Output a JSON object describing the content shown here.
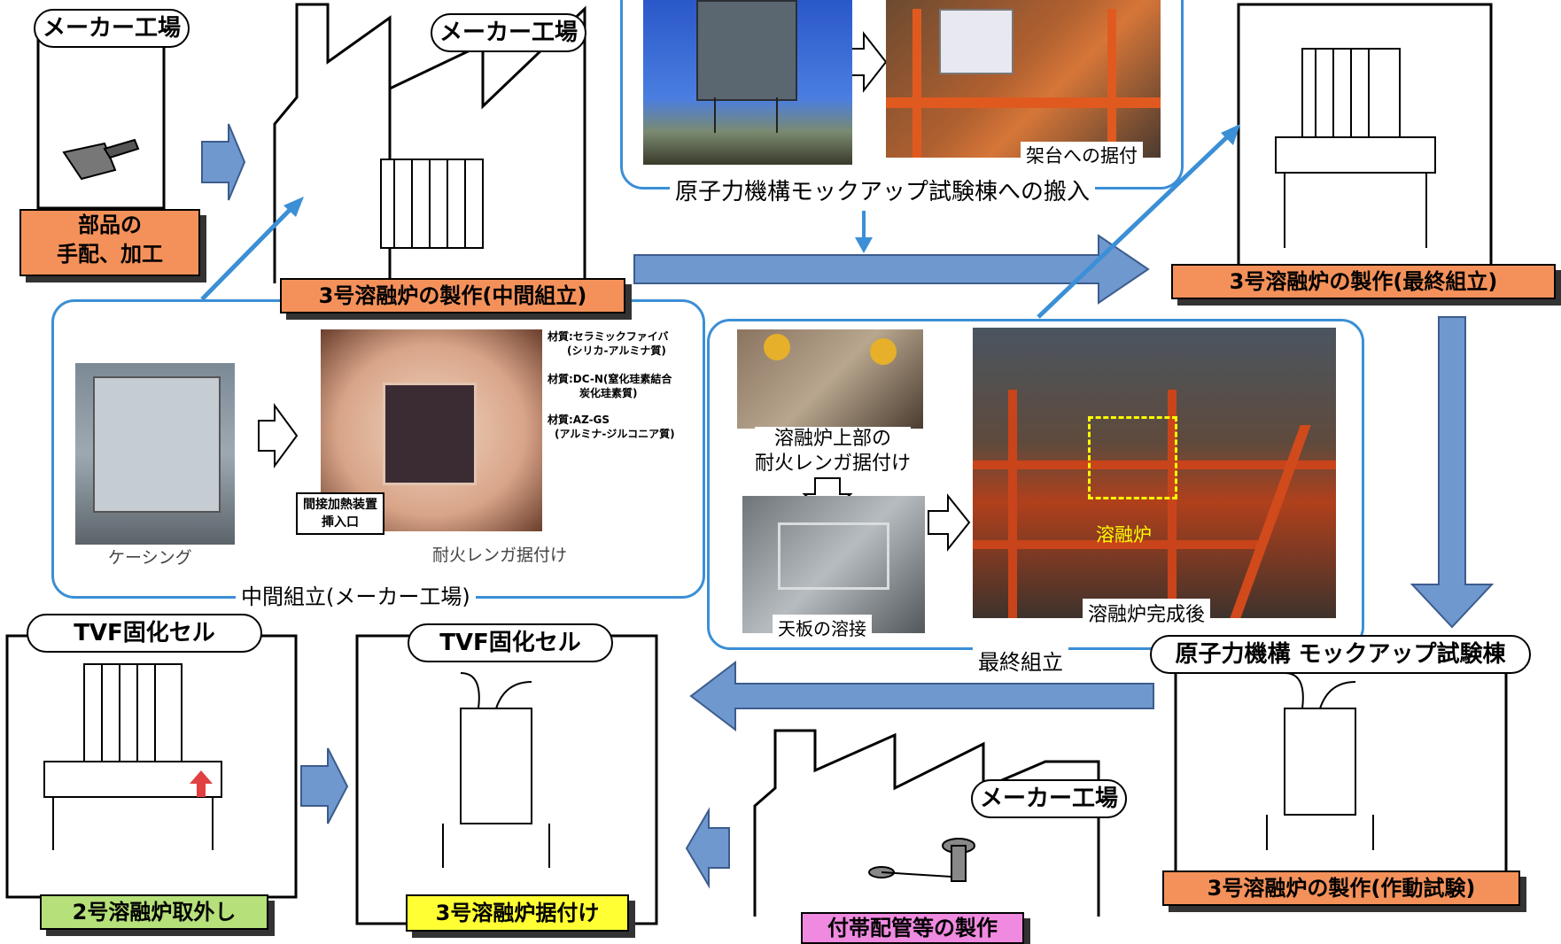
{
  "labels": {
    "maker_factory_1": "メーカー工場",
    "maker_factory_2": "メーカー工場",
    "maker_factory_3": "メーカー工場",
    "parts_line1": "部品の",
    "parts_line2": "手配、加工",
    "intermediate_assembly": "3号溶融炉の製作(中間組立)",
    "final_assembly_label": "3号溶融炉の製作(最終組立)",
    "operation_test": "3号溶融炉の製作(作動試験)",
    "transport_caption": "原子力機構モックアップ試験棟への搬入",
    "stand_install": "架台への据付",
    "casing": "ケーシング",
    "brick_install": "耐火レンガ据付け",
    "intermediate_caption": "中間組立(メーカー工場)",
    "upper_brick_line1": "溶融炉上部の",
    "upper_brick_line2": "耐火レンガ据付け",
    "top_plate_welding": "天板の溶接",
    "melter_complete": "溶融炉完成後",
    "melter": "溶融炉",
    "final_caption": "最終組立",
    "mockup_building": "原子力機構 モックアップ試験棟",
    "tvf_cell_1": "TVF固化セル",
    "tvf_cell_2": "TVF固化セル",
    "melter2_removal": "2号溶融炉取外し",
    "melter3_install": "3号溶融炉据付け",
    "piping_fabrication": "付帯配管等の製作",
    "material1_line1": "材質:セラミックファイバ",
    "material1_line2": "(シリカ-アルミナ質)",
    "material2_line1": "材質:DC-N(窒化珪素結合",
    "material2_line2": "炭化珪素質)",
    "material3_line1": "材質:AZ-GS",
    "material3_line2": "(アルミナ-ジルコニア質)",
    "indirect_heater_line1": "間接加熱装置",
    "indirect_heater_line2": "挿入口"
  },
  "colors": {
    "panel_border": "#3b8fd6",
    "arrow_fill": "#6f98cf",
    "orange_label": "#f4915a",
    "green_label": "#b6e07a",
    "yellow_label": "#ffff33",
    "pink_label": "#f08ae0",
    "melter_highlight": "#ffff00"
  }
}
